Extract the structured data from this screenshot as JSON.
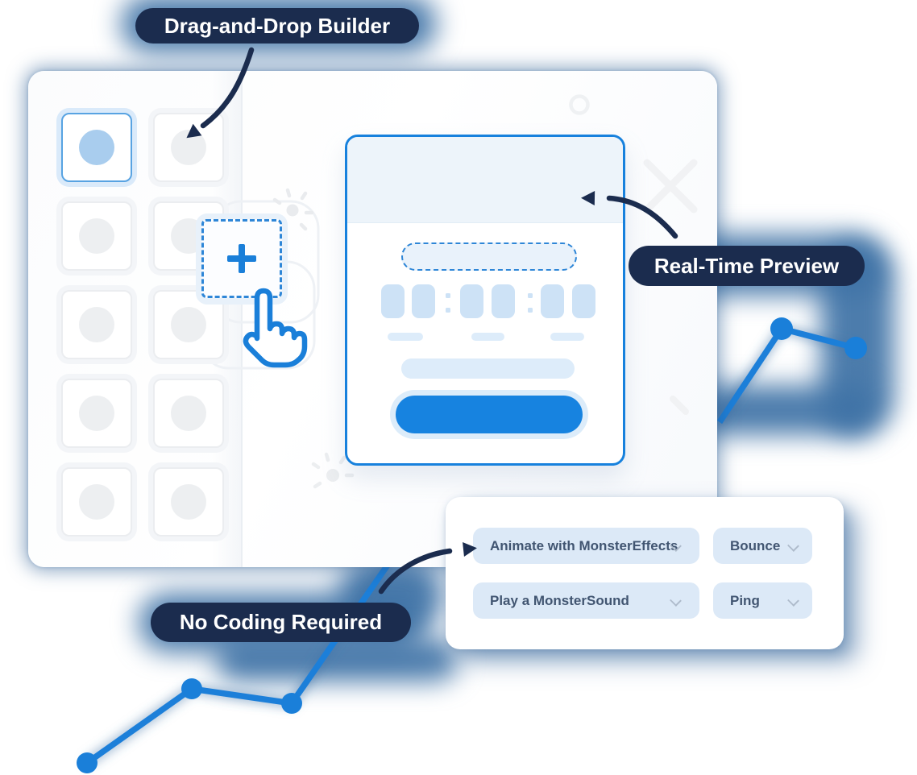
{
  "callouts": {
    "builder": "Drag-and-Drop Builder",
    "preview": "Real-Time Preview",
    "no_coding": "No Coding Required"
  },
  "builder_panel": {
    "block_count": 10,
    "selected_block": 1,
    "add_slot_icon": "plus-icon"
  },
  "preview_mock": {
    "timer_digit_groups": 3,
    "cta_button": "",
    "headline_placeholder": ""
  },
  "effects_panel": {
    "rows": [
      {
        "action": "Animate with MonsterEffects",
        "value": "Bounce"
      },
      {
        "action": "Play a MonsterSound",
        "value": "Ping"
      }
    ],
    "caret_icon": "chevron-down-icon"
  },
  "colors": {
    "accent_blue": "#1a7fd9",
    "cta_blue": "#1783e0",
    "navy": "#1b2c4e",
    "glow_blue": "#3e72a6",
    "light_blue_fill": "#cde2f6",
    "pale_blue_fill": "#ddecfa",
    "dropdown_fill": "#dce9f7",
    "dropdown_text": "#415571",
    "selected_block_border": "#58a3e2",
    "selected_block_dot": "#a9cdee",
    "gray_block_dot": "#edeff1"
  }
}
